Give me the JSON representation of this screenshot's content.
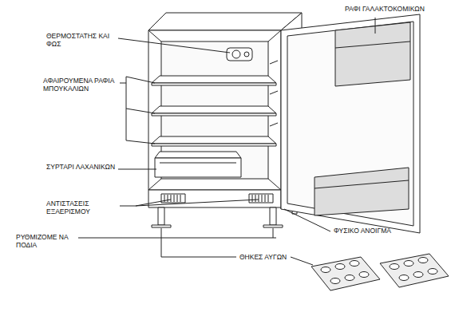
{
  "diagram": {
    "labels": [
      "ΡΑΦΙ ΓΑΛΑΚΤΟΚΟΜΙΚΩΝ",
      "ΘΕΡΜΟΣΤΑΤΗΣ ΚΑΙ ΦΩΣ",
      "ΑΦΑΙΡΟΥΜΕΝΑ ΡΑΦΙΑ ΜΠΟΥΚΑΛΙΩΝ",
      "ΣΥΡΤΑΡΙ ΛΑΧΑΝΙΚΩΝ",
      "ΑΝΤΙΣΤΑΣΕΙΣ ΕΞΑΕΡΙΣΜΟΥ",
      "ΦΥΣΙΚΟ ΑΝΟΙΓΜΑ",
      "ΡΥΘΜΙΖΟΜΕ ΝΑ ΠΟΔΙΑ",
      "ΘΗΚΕΣ ΑΥΓΩΝ"
    ]
  }
}
